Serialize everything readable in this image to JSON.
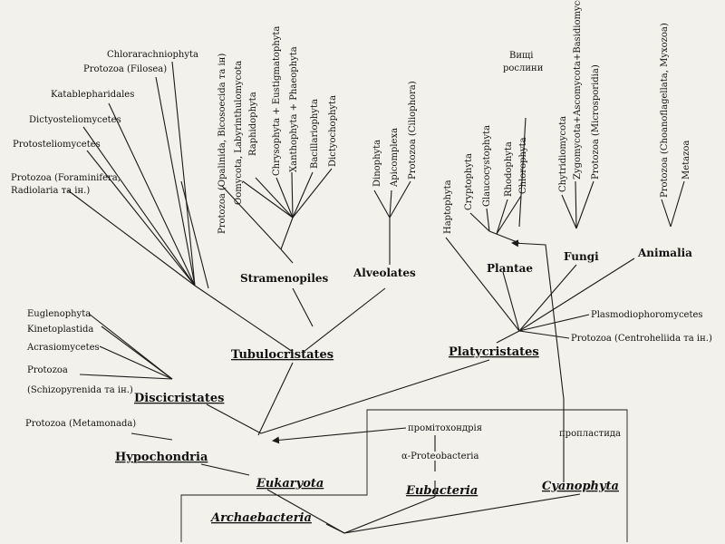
{
  "labels": {
    "chlorarachniophyta": "Chlorarachniophyta",
    "protozoa_filosea": "Protozoa (Filosea)",
    "katablepharidales": "Katablepharidales",
    "dictyosteliomycetes": "Dictyosteliomycetes",
    "protosteliomycetes": "Protosteliomycetes",
    "protozoa_foraminifera_1": "Protozoa (Foraminifera,",
    "protozoa_foraminifera_2": "Radiolaria та ін.)",
    "protozoa_opalinida": "Protozoa (Opalinida, Bicosoecida та ін)",
    "oomycota": "Oomycota, Labyrinthulomycota",
    "raphidophyta": "Raphidophyta",
    "chrysophyta": "Chrysophyta + Eustigmatophyta",
    "xanthophyta": "Xanthophyta + Phaeophyta",
    "bacillariophyta": "Bacillariophyta",
    "dictyochophyta": "Dictyochophyta",
    "dinophyta": "Dinophyta",
    "apicomplexa": "Apicomplexa",
    "protozoa_ciliophora": "Protozoa (Ciliophora)",
    "haptophyta": "Haptophyta",
    "cryptophyta": "Cryptophyta",
    "glaucocystophyta": "Glaucocystophyta",
    "rhodophyta": "Rhodophyta",
    "chlorophyta": "Chlorophyta",
    "vyshchi_1": "Вищі",
    "vyshchi_2": "рослини",
    "chytridiomycota": "Chytridiomycota",
    "zygomycota": "Zygomycota+Ascomycota+Basidiomycota",
    "protozoa_microsporidia": "Protozoa (Microsporidia)",
    "protozoa_choanoflagellata": "Protozoa (Choanoflagellata, Myxozoa)",
    "metazoa": "Metazoa",
    "plasmodiophoromycetes": "Plasmodiophoromycetes",
    "protozoa_centroheliida": "Protozoa (Centroheliida та ін.)",
    "euglenophyta": "Euglenophyta",
    "kinetoplastida": "Kinetoplastida",
    "acrasiomycetes": "Acrasiomycetes",
    "protozoa_schizo_1": "Protozoa",
    "protozoa_schizo_2": "(Schizopyrenida та ін.)",
    "protozoa_metamonada": "Protozoa (Metamonada)",
    "promitokhondriya": "промітохондрія",
    "proteobacteria": "α-Proteobacteria",
    "proplastyda": "пропластида"
  },
  "groups": {
    "stramenopiles": "Stramenopiles",
    "alveolates": "Alveolates",
    "plantae": "Plantae",
    "fungi": "Fungi",
    "animalia": "Animalia"
  },
  "major": {
    "tubulocristates": "Tubulocristates",
    "platycristates": "Platycristates",
    "discicristates": "Discicristates",
    "hypochondria": "Hypochondria"
  },
  "domains": {
    "eukaryota": "Eukaryota",
    "eubacteria": "Eubacteria",
    "cyanophyta": "Cyanophyta",
    "archaebacteria": "Archaebacteria"
  }
}
